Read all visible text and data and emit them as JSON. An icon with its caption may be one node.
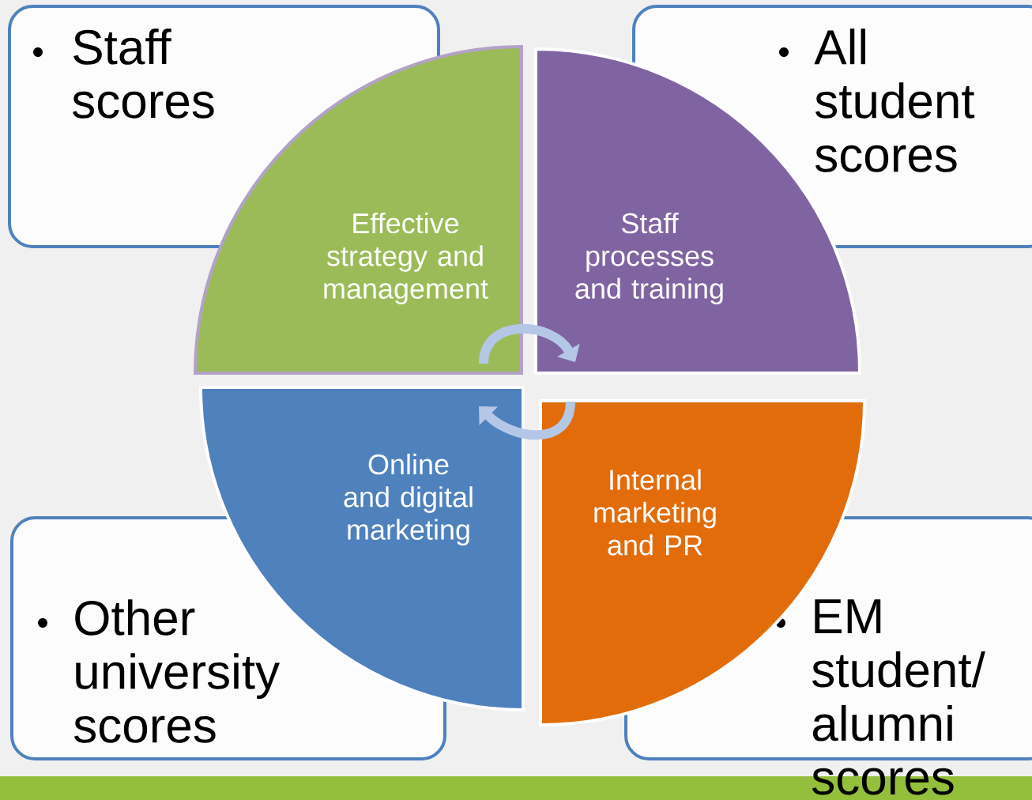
{
  "diagram": {
    "nodes": [
      {
        "text": [
          "Staff scores"
        ]
      },
      {
        "text": [
          "All student scores"
        ]
      },
      {
        "text": [
          "Other university scores"
        ]
      },
      {
        "text": [
          "EM student/ alumni scores"
        ]
      },
      {
        "text": [
          "Effective strategy and management"
        ]
      },
      {
        "text": [
          "Staff processes and training"
        ]
      },
      {
        "text": [
          "Online and digital marketing"
        ]
      },
      {
        "text": [
          "Internal marketing and PR"
        ]
      }
    ],
    "edges": [
      {
        "from": 4,
        "to": 5,
        "arrow": "to"
      },
      {
        "from": 7,
        "to": 6,
        "arrow": "to"
      }
    ]
  }
}
